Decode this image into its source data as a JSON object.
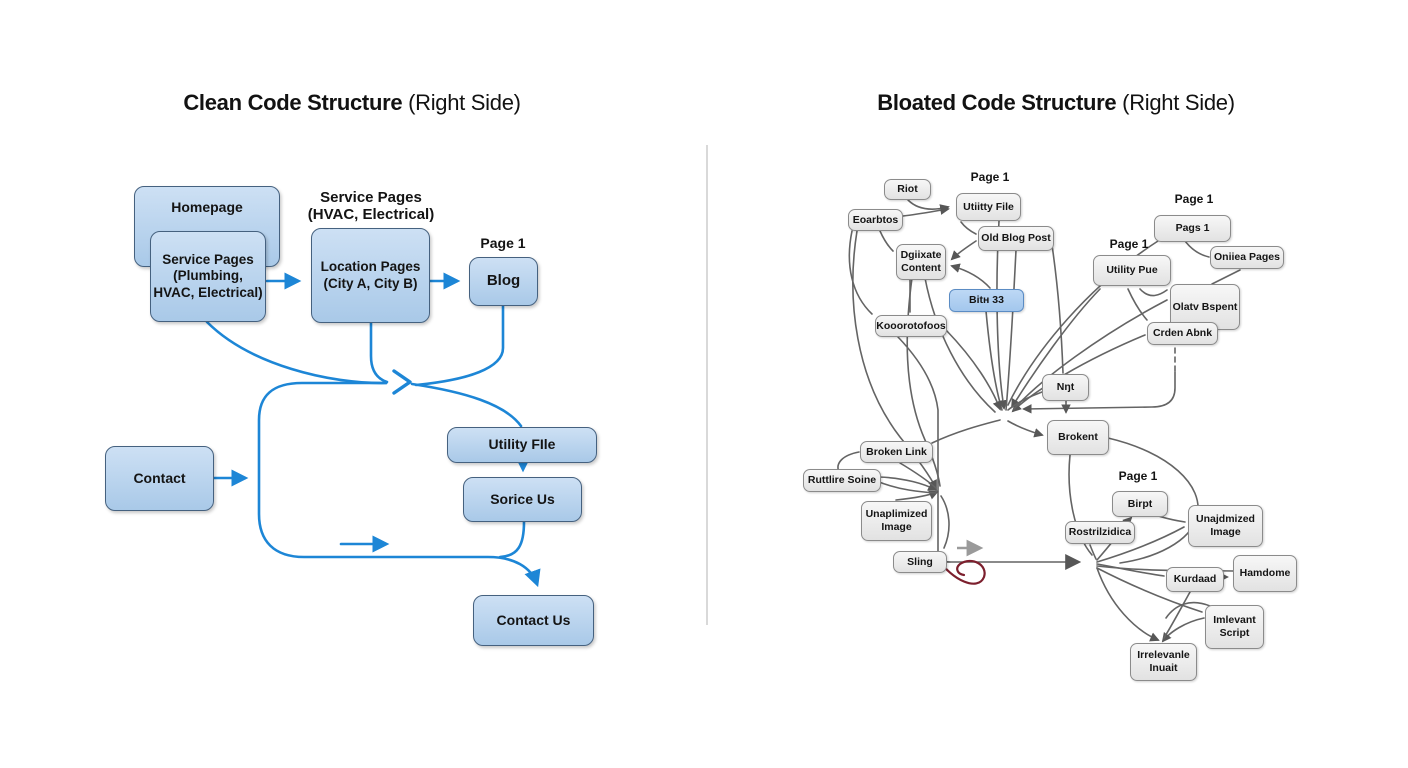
{
  "titles": {
    "left": {
      "strong": "Clean Code Structure",
      "paren": "(Right Side)"
    },
    "right": {
      "strong": "Bloated Code Structure",
      "paren": "(Right Side)"
    }
  },
  "left_diagram": {
    "labels": {
      "service_pages_hvac": "Service Pages\n(HVAC, Electrical)",
      "page_1": "Page 1"
    },
    "nodes": {
      "homepage": "Homepage",
      "service_pages": "Service Pages\n(Plumbing,\nHVAC, Electrical)",
      "location_pages": "Location Pages\n(City A, City B)",
      "blog": "Blog",
      "utility_file": "Utility FIle",
      "sorice_us": "Sorice Us",
      "contact": "Contact",
      "contact_us": "Contact Us"
    }
  },
  "right_diagram": {
    "page_labels": {
      "top_left": "Page 1",
      "top_right": "Page 1",
      "mid_right": "Page 1",
      "bottom": "Page 1"
    },
    "nodes": {
      "riot": "Riot",
      "utility_file": "Utiitty File",
      "eoarbtos": "Eoarbtos",
      "old_blog_post": "Old Blog Post",
      "dgiixate_content": "Dgiixate\nContent",
      "bitn_33": "Bitн 33",
      "kooorotofoos": "Kooorotofoos",
      "pags_1": "Pags 1",
      "oniiea_pages": "Oniiea Pages",
      "utility_pue": "Utility Pue",
      "olatv_bspent": "Olatv Bspent",
      "crden_abnk": "Crden Abnk",
      "nnt": "Nŋt",
      "brokent": "Brokent",
      "broken_link": "Broken Link",
      "ruttlire_soine": "Ruttlire Soine",
      "unaplimized_image": "Unaplimized\nImage",
      "sling": "Sling",
      "birpt": "Birpt",
      "rostrilzidica": "Rostrilzidica",
      "unajdmized_image": "Unajdmized\nImage",
      "kurdaad": "Kurdaad",
      "hamdome": "Hamdome",
      "imlevant_script": "Imlevant\nScript",
      "irrelevanle_inuait": "Irrelevanle\nInuait"
    }
  },
  "colors": {
    "blue_arrow": "#1d86d6",
    "blue_node_border": "#45617f",
    "gray_edge": "#646464",
    "light_gray_arrow": "#9a9a9a",
    "red_loop": "#7c1f2d",
    "divider": "#d9d9d9"
  }
}
